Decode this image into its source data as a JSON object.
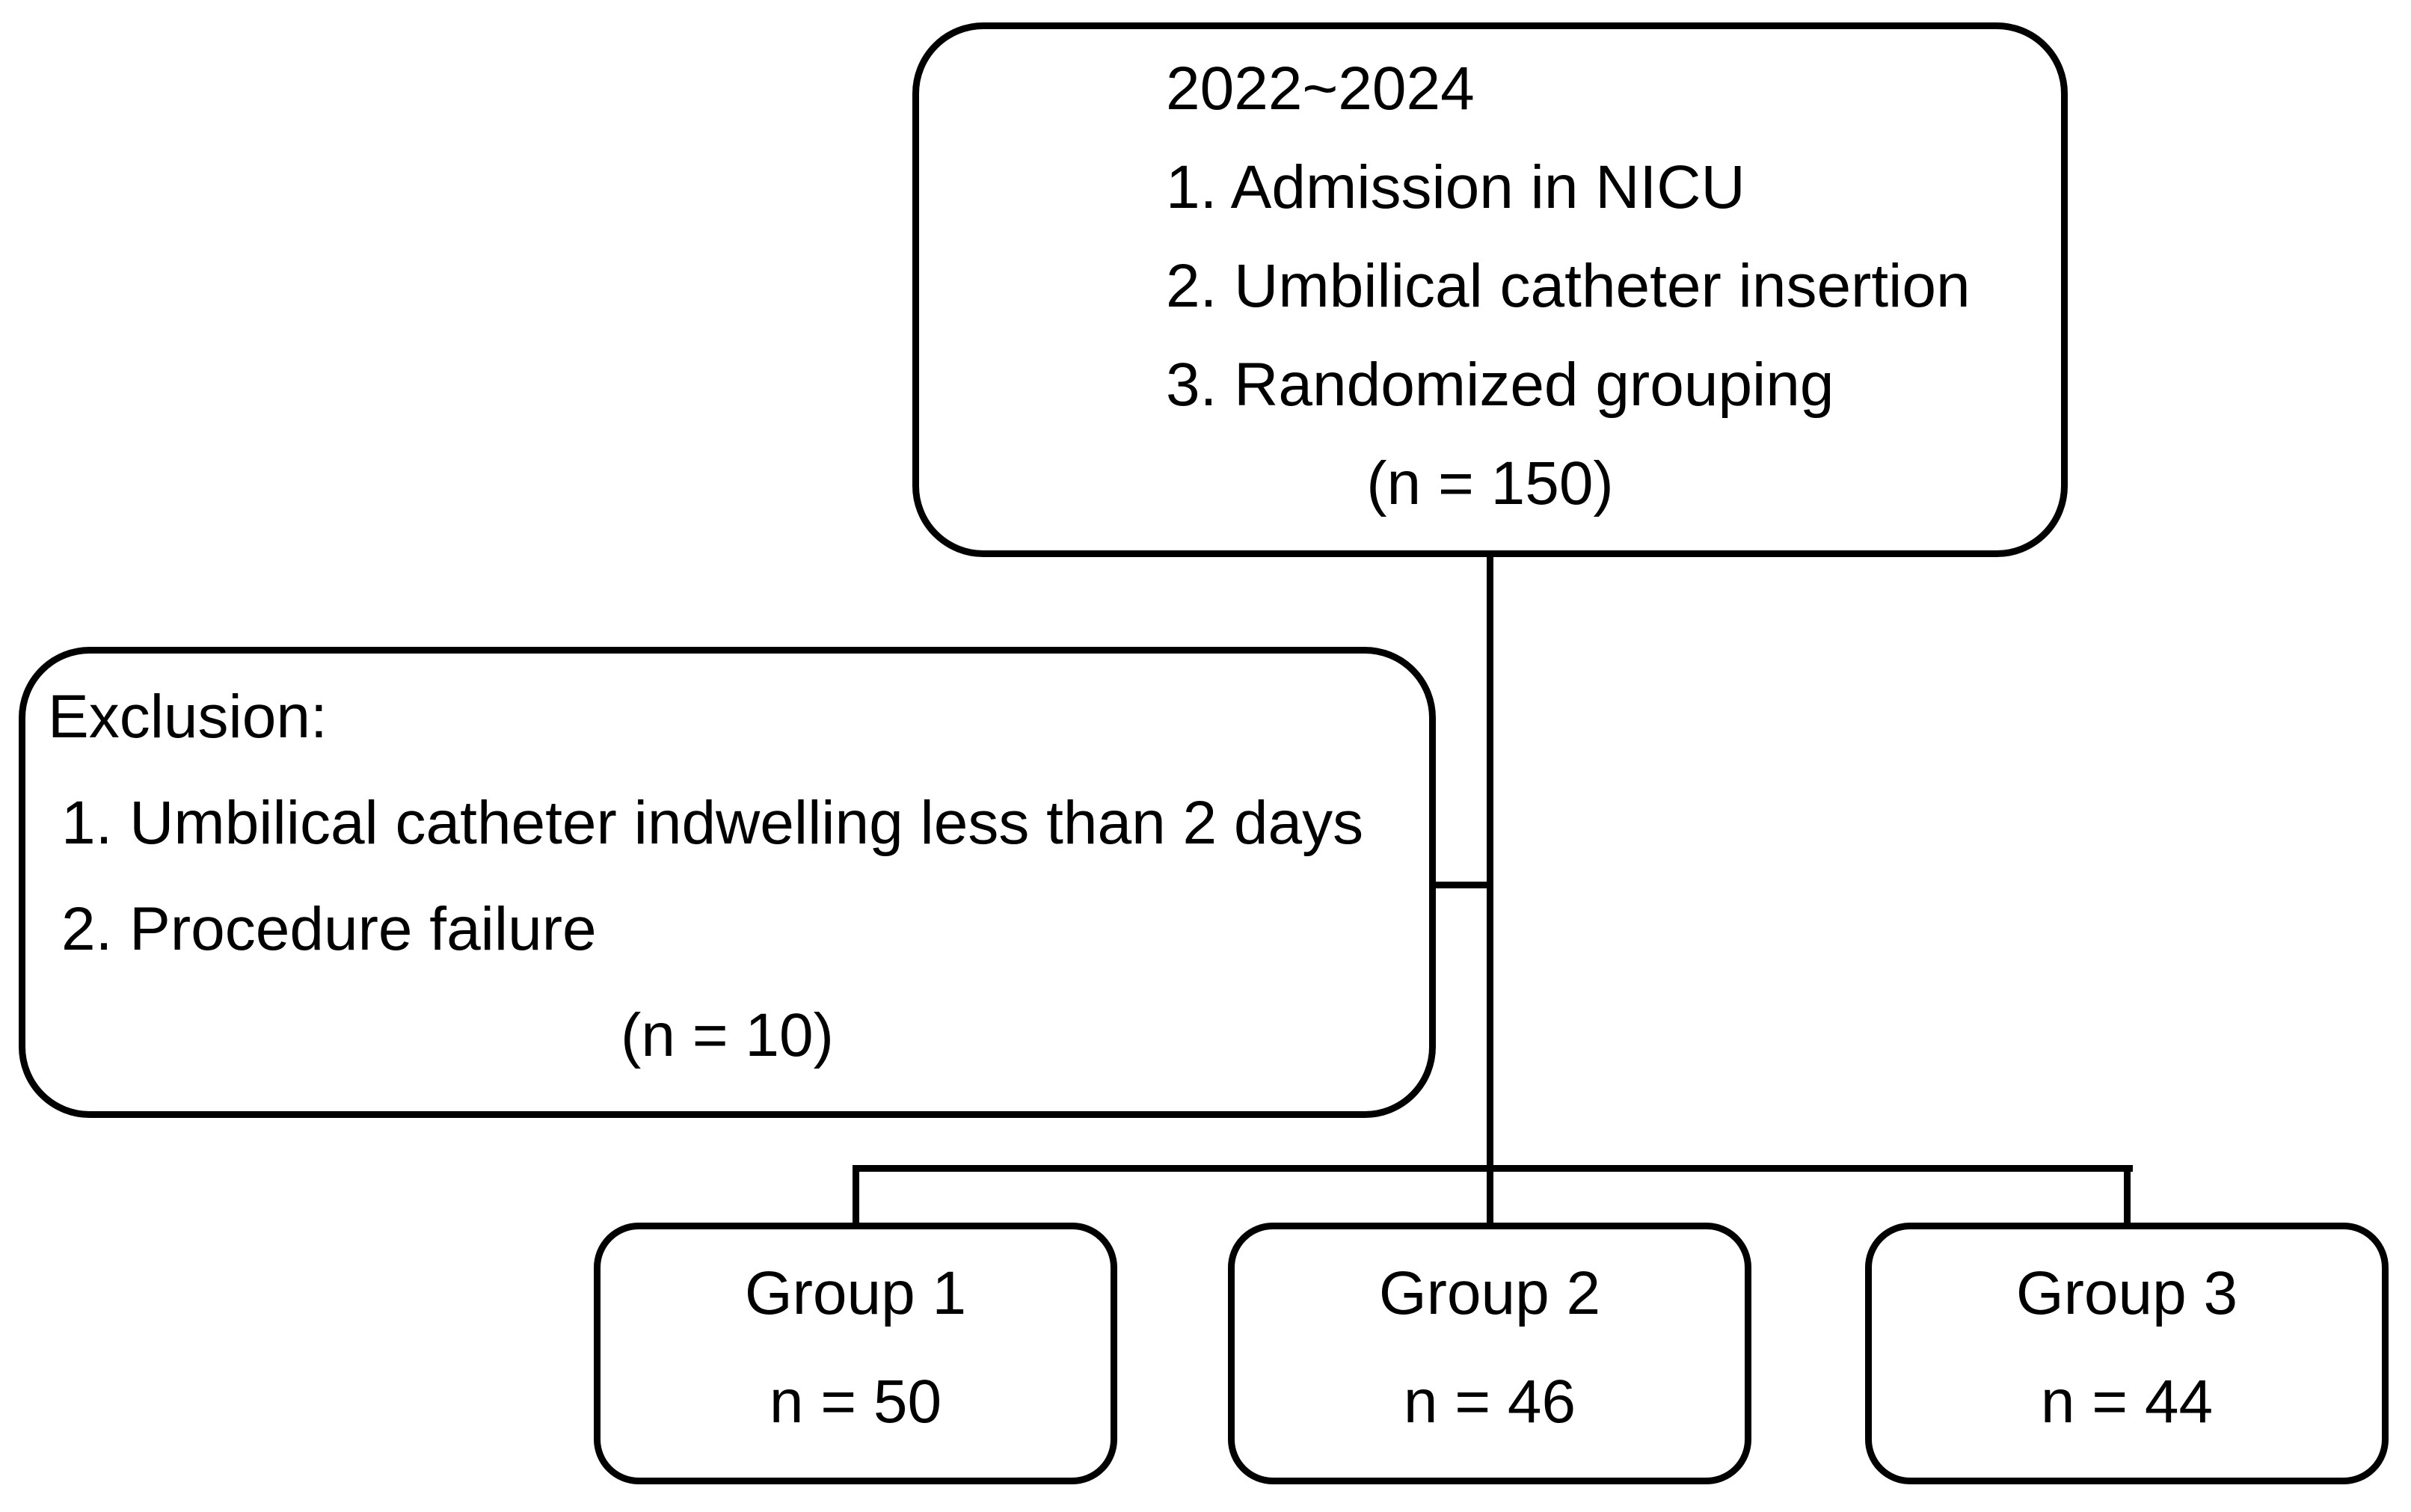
{
  "figure": {
    "background_color": "#ffffff",
    "line_color": "#000000",
    "text_color": "#000000",
    "enrollment": {
      "period": "2022~2024",
      "criteria": [
        "1. Admission in NICU",
        "2. Umbilical catheter insertion",
        "3. Randomized grouping"
      ],
      "count": "(n = 150)"
    },
    "exclusion": {
      "title": "Exclusion:",
      "reasons": [
        "1. Umbilical catheter indwelling less than 2 days",
        "2. Procedure failure"
      ],
      "count": "(n = 10)"
    },
    "groups": [
      {
        "name": "Group 1",
        "size": "n = 50"
      },
      {
        "name": "Group 2",
        "size": "n = 46"
      },
      {
        "name": "Group 3",
        "size": "n = 44"
      }
    ]
  }
}
